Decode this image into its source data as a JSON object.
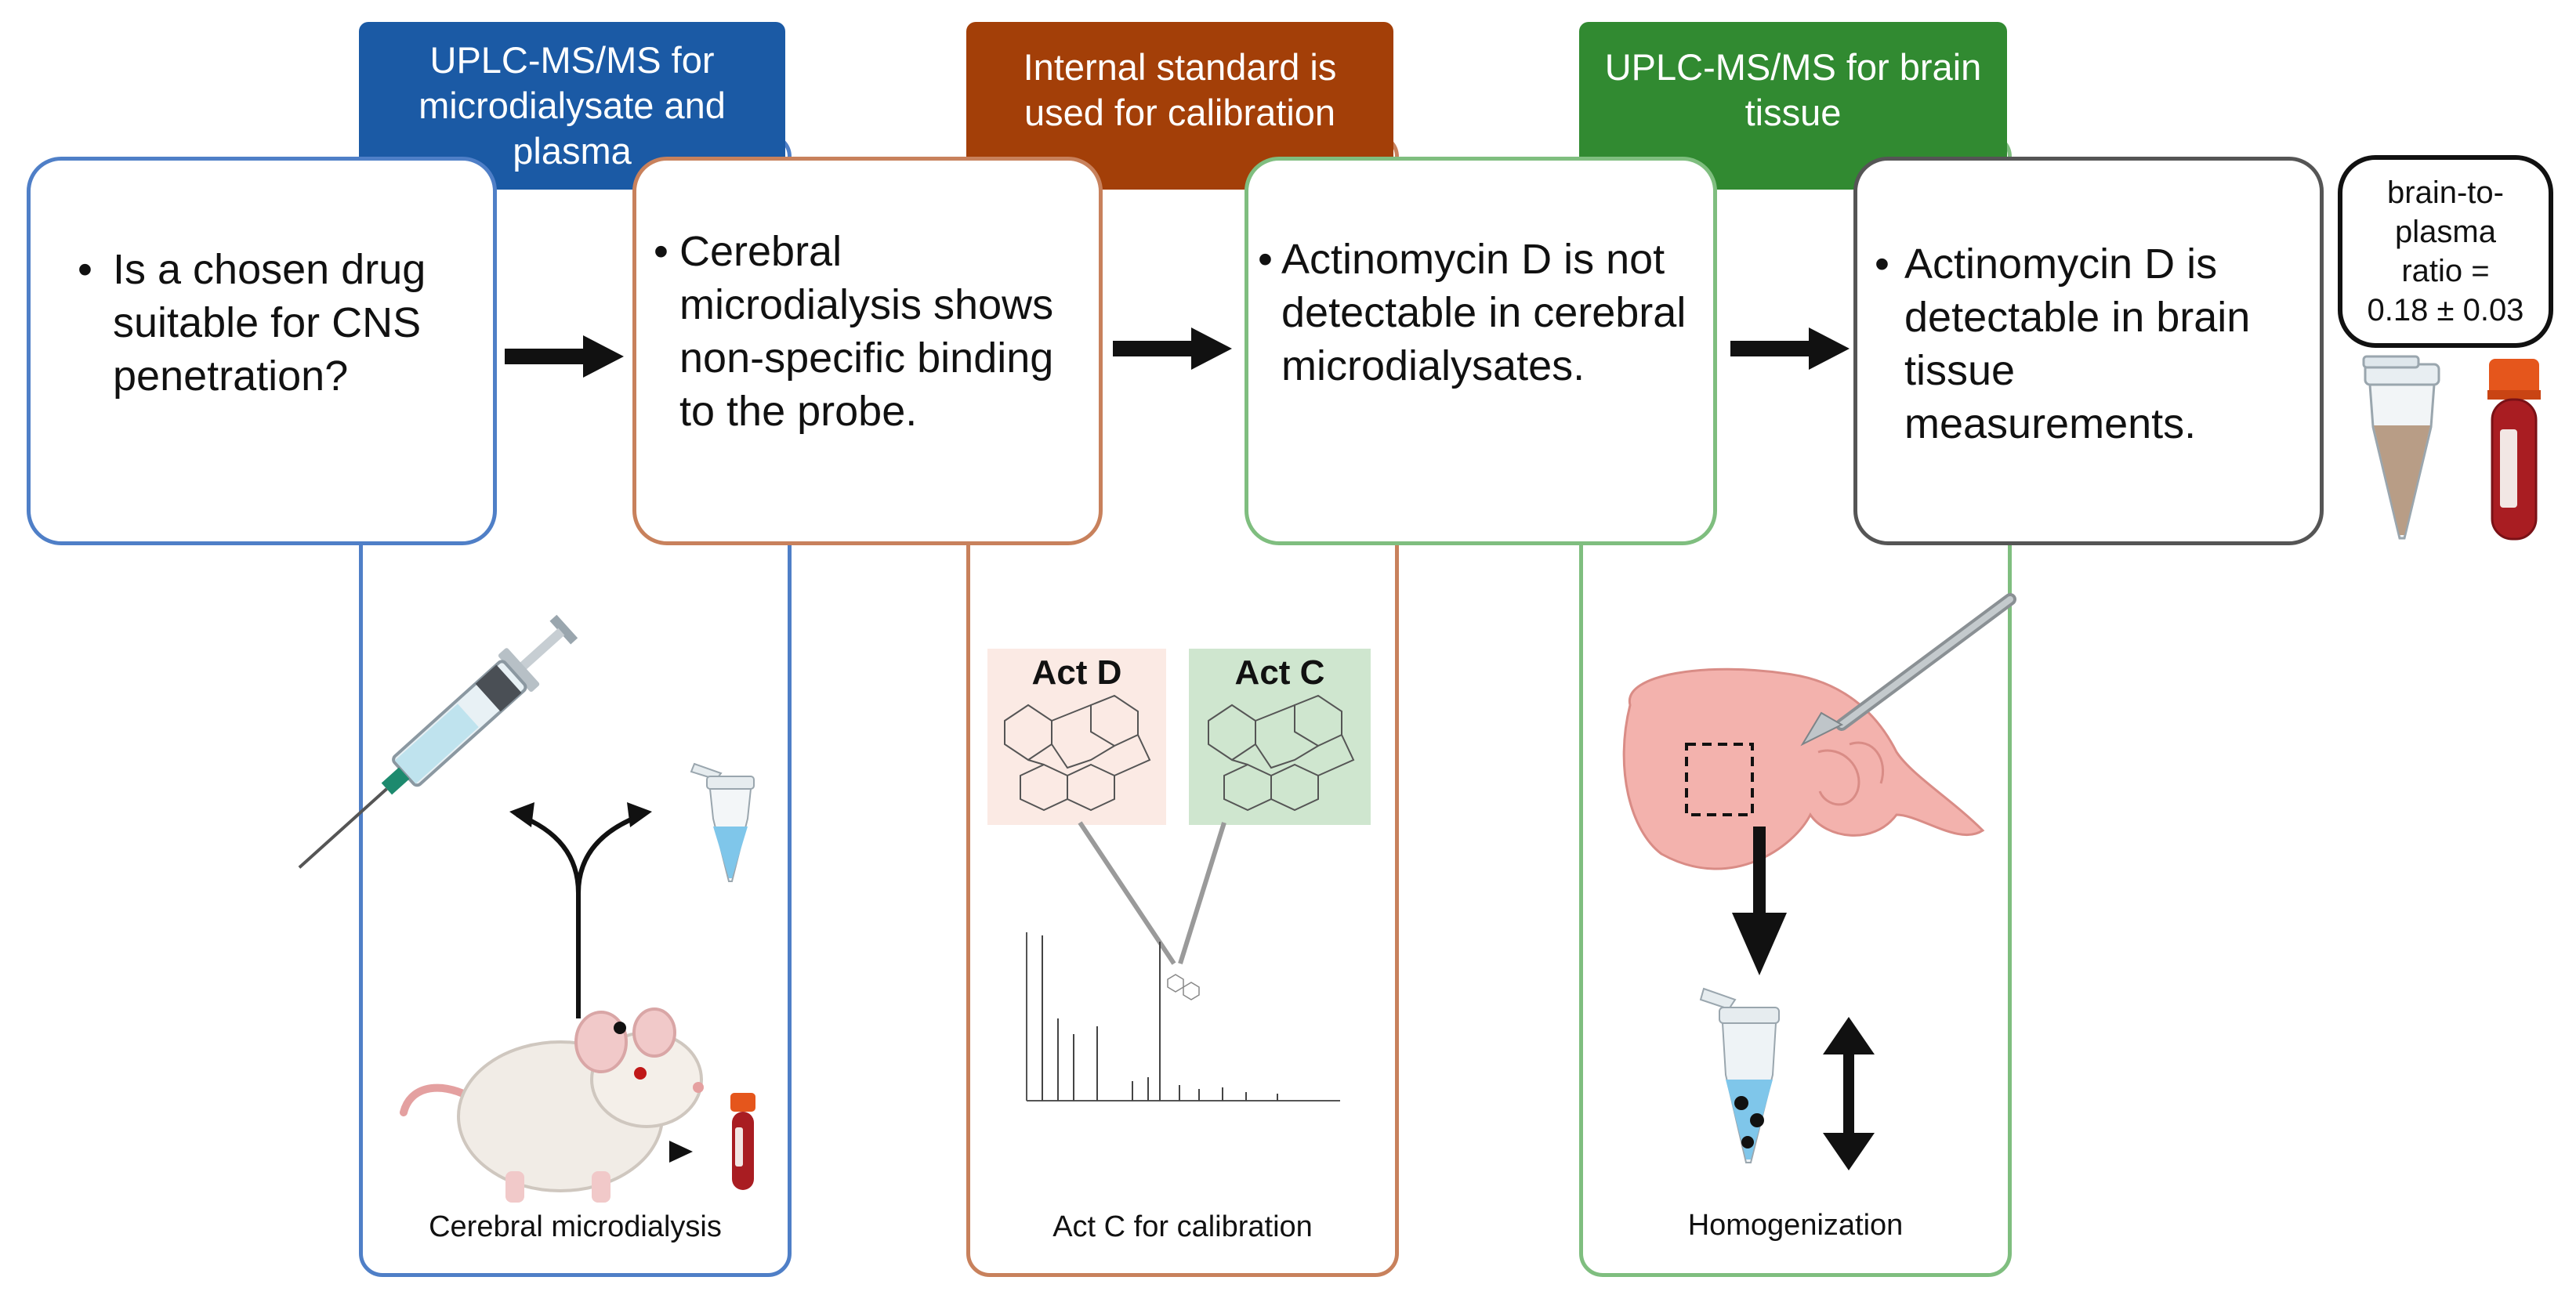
{
  "colors": {
    "blue": "#1b5aa5",
    "blue_border": "#4f7fc7",
    "brown": "#a33f08",
    "brown_border": "#c8815c",
    "green": "#318a31",
    "green_border": "#7fbe7f",
    "black": "#111111"
  },
  "headers": [
    {
      "text": "UPLC-MS/MS for microdialysate and plasma"
    },
    {
      "text": "Internal standard is used for calibration"
    },
    {
      "text": "UPLC-MS/MS for brain tissue"
    }
  ],
  "steps": [
    {
      "text": "Is a chosen drug suitable for CNS penetration?"
    },
    {
      "text": "Cerebral microdialysis shows non-specific binding to the probe."
    },
    {
      "text": "Actinomycin D is not detectable in cerebral microdialysates."
    },
    {
      "text": "Actinomycin D is detectable in brain tissue measurements."
    }
  ],
  "bullet": "•",
  "captions": [
    {
      "text": "Cerebral microdialysis"
    },
    {
      "text": "Act C for calibration"
    },
    {
      "text": "Homogenization"
    }
  ],
  "structures": {
    "act_d": "Act D",
    "act_c": "Act C"
  },
  "ratio": {
    "lines": [
      "brain-to-",
      "plasma",
      "ratio =",
      "0.18 ± 0.03"
    ]
  },
  "icons": [
    "syringe-icon",
    "mouse-icon",
    "microtube-icon",
    "blood-tube-icon",
    "chemical-structure-icon",
    "mass-spectrum-icon",
    "brain-icon",
    "scalpel-icon",
    "arrow-right-icon",
    "double-arrow-icon"
  ]
}
